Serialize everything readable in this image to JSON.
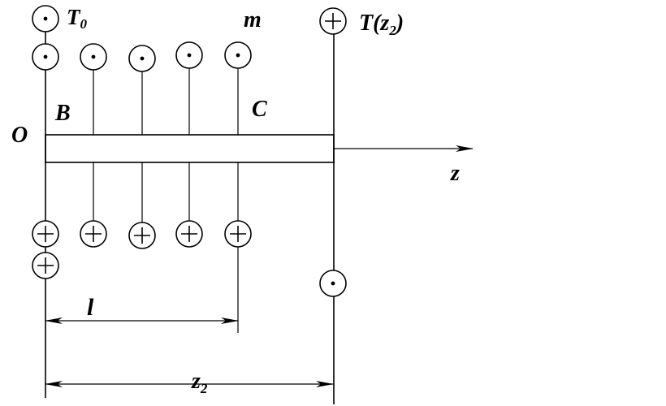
{
  "labels": {
    "T0": "T",
    "T0_sub": "0",
    "m": "m",
    "Tz2_prefix": "T(z",
    "Tz2_sub": "2",
    "Tz2_suffix": ")",
    "B": "B",
    "C": "C",
    "O": "O",
    "z": "z",
    "l": "l",
    "z2": "z",
    "z2_sub": "2"
  },
  "symbols": {
    "out_of_page": "dot-circle-icon",
    "into_page": "plus-circle-icon"
  },
  "colors": {
    "ink": "#000000",
    "background": "#ffffff"
  }
}
